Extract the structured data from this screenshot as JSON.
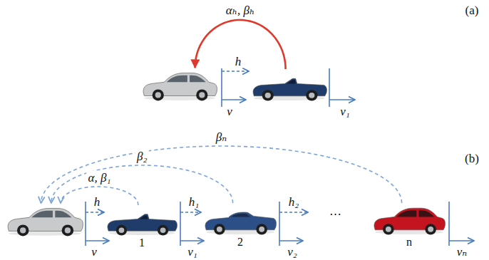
{
  "diagram": {
    "nodes": [
      {
        "text": []
      },
      {
        "text": []
      },
      {
        "text": []
      },
      {
        "text": [
          "1"
        ]
      },
      {
        "text": [
          "2"
        ]
      },
      {
        "text": [
          "n"
        ]
      }
    ],
    "edges": [
      {
        "from": 1,
        "to": 0,
        "arrow": "to",
        "label": "αₕ, βₕ"
      },
      {
        "from": 3,
        "to": 2,
        "arrow": "to",
        "label": "α, β₁"
      },
      {
        "from": 4,
        "to": 2,
        "arrow": "to",
        "label": "β₂"
      },
      {
        "from": 5,
        "to": 2,
        "arrow": "to",
        "label": "βₙ"
      }
    ],
    "labels": [
      "(a)",
      "h",
      "v",
      "v₁",
      "(b)",
      "h",
      "h₁",
      "h₂",
      "⋯",
      "v",
      "v₁",
      "v₂",
      "vₙ"
    ]
  }
}
